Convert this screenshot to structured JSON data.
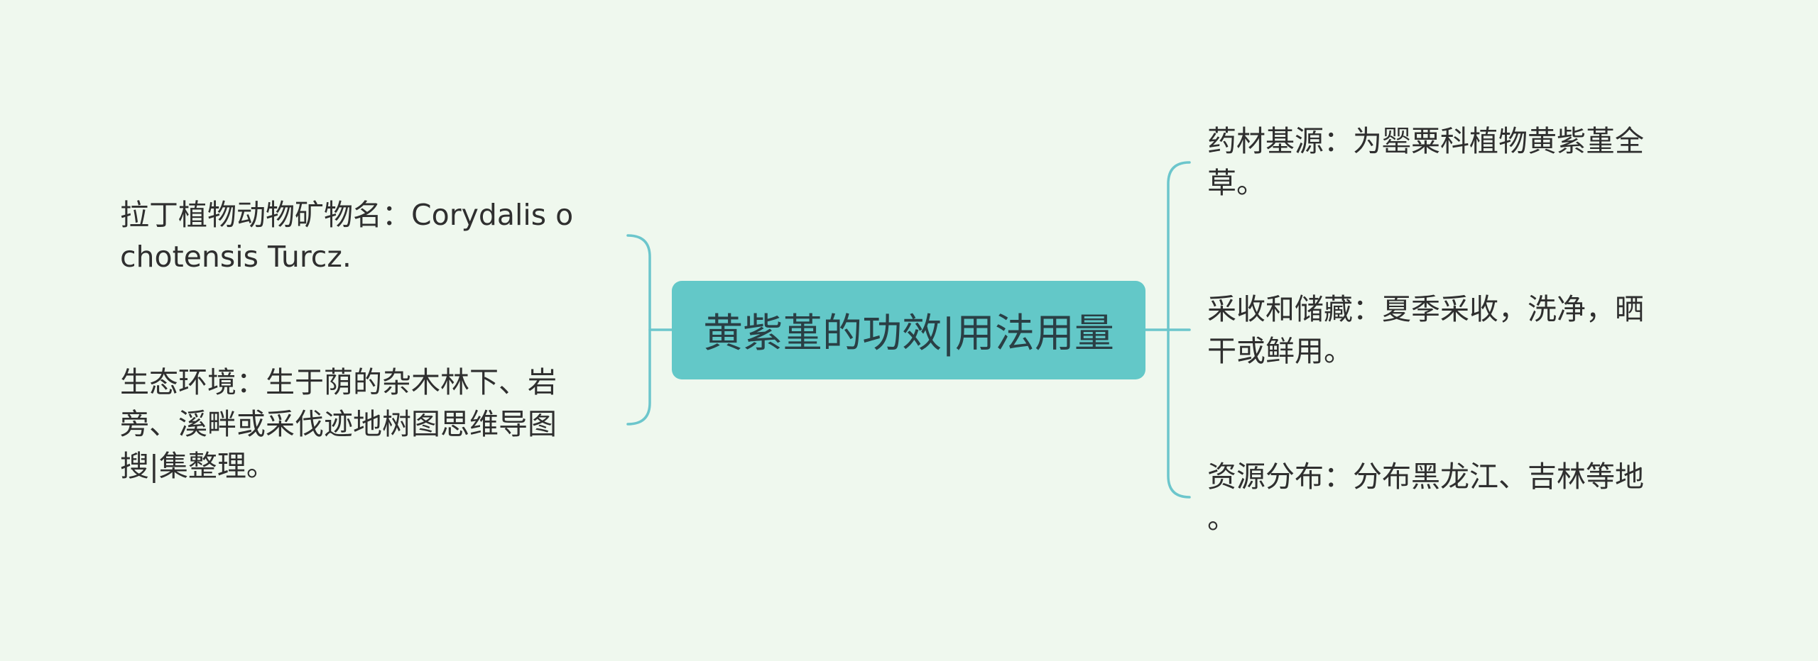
{
  "colors": {
    "background": "#eff8ee",
    "central_fill": "#63c8c8",
    "connector": "#6cc6cc",
    "text": "#2f2f2f"
  },
  "central_topic": "黄紫堇的功效|用法用量",
  "left_branches": [
    {
      "lines": [
        "拉丁植物动物矿物名：Corydalis o",
        "chotensis Turcz."
      ]
    },
    {
      "lines": [
        "生态环境：生于荫的杂木林下、岩",
        "旁、溪畔或采伐迹地树图思维导图",
        "搜|集整理。"
      ]
    }
  ],
  "right_branches": [
    {
      "lines": [
        "药材基源：为罂粟科植物黄紫堇全",
        "草。"
      ]
    },
    {
      "lines": [
        "采收和储藏：夏季采收，洗净，晒",
        "干或鲜用。"
      ]
    },
    {
      "lines": [
        "资源分布：分布黑龙江、吉林等地",
        "。"
      ]
    }
  ]
}
